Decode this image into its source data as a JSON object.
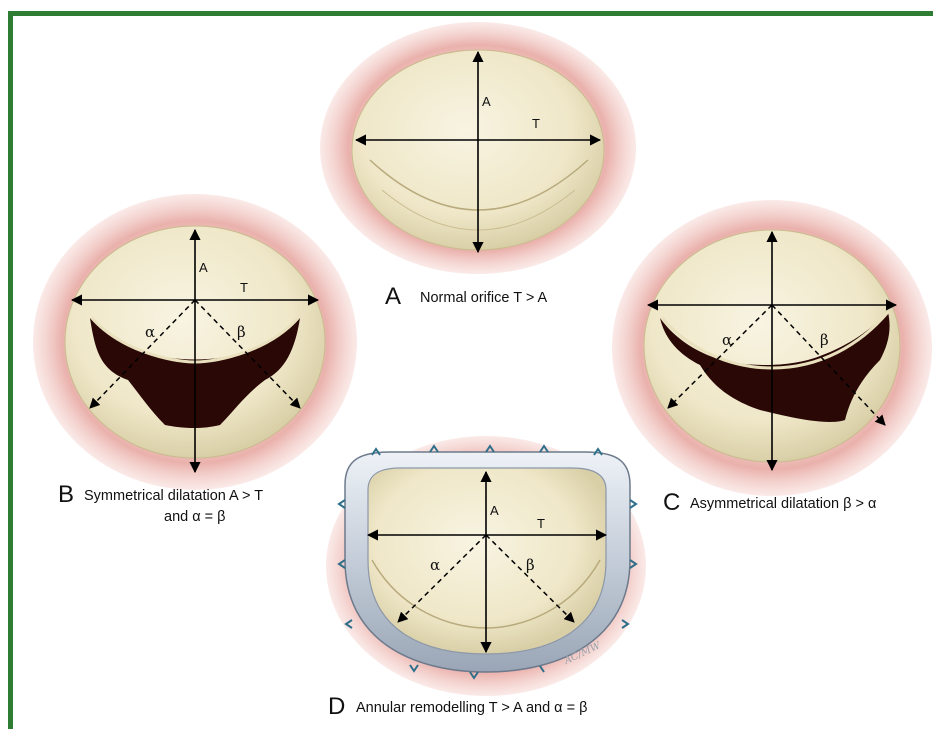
{
  "colors": {
    "frame": "#2e7d32",
    "tissue_outer": "#f0b8b4",
    "leaflet": "#f1ebcf",
    "regurgitant_gap": "#2a0806",
    "ring": "#cfd8e4"
  },
  "panels": {
    "A": {
      "letter": "A",
      "caption": "Normal orifice T > A",
      "label_A": "A",
      "label_T": "T"
    },
    "B": {
      "letter": "B",
      "caption_line1": "Symmetrical dilatation A > T",
      "caption_line2": "and α = β",
      "label_A": "A",
      "label_T": "T",
      "label_alpha": "α",
      "label_beta": "β"
    },
    "C": {
      "letter": "C",
      "caption": "Asymmetrical dilatation β > α",
      "label_alpha": "α",
      "label_beta": "β"
    },
    "D": {
      "letter": "D",
      "caption": "Annular remodelling T > A and α = β",
      "label_A": "A",
      "label_T": "T",
      "label_alpha": "α",
      "label_beta": "β"
    }
  },
  "signature": "AC/MW"
}
